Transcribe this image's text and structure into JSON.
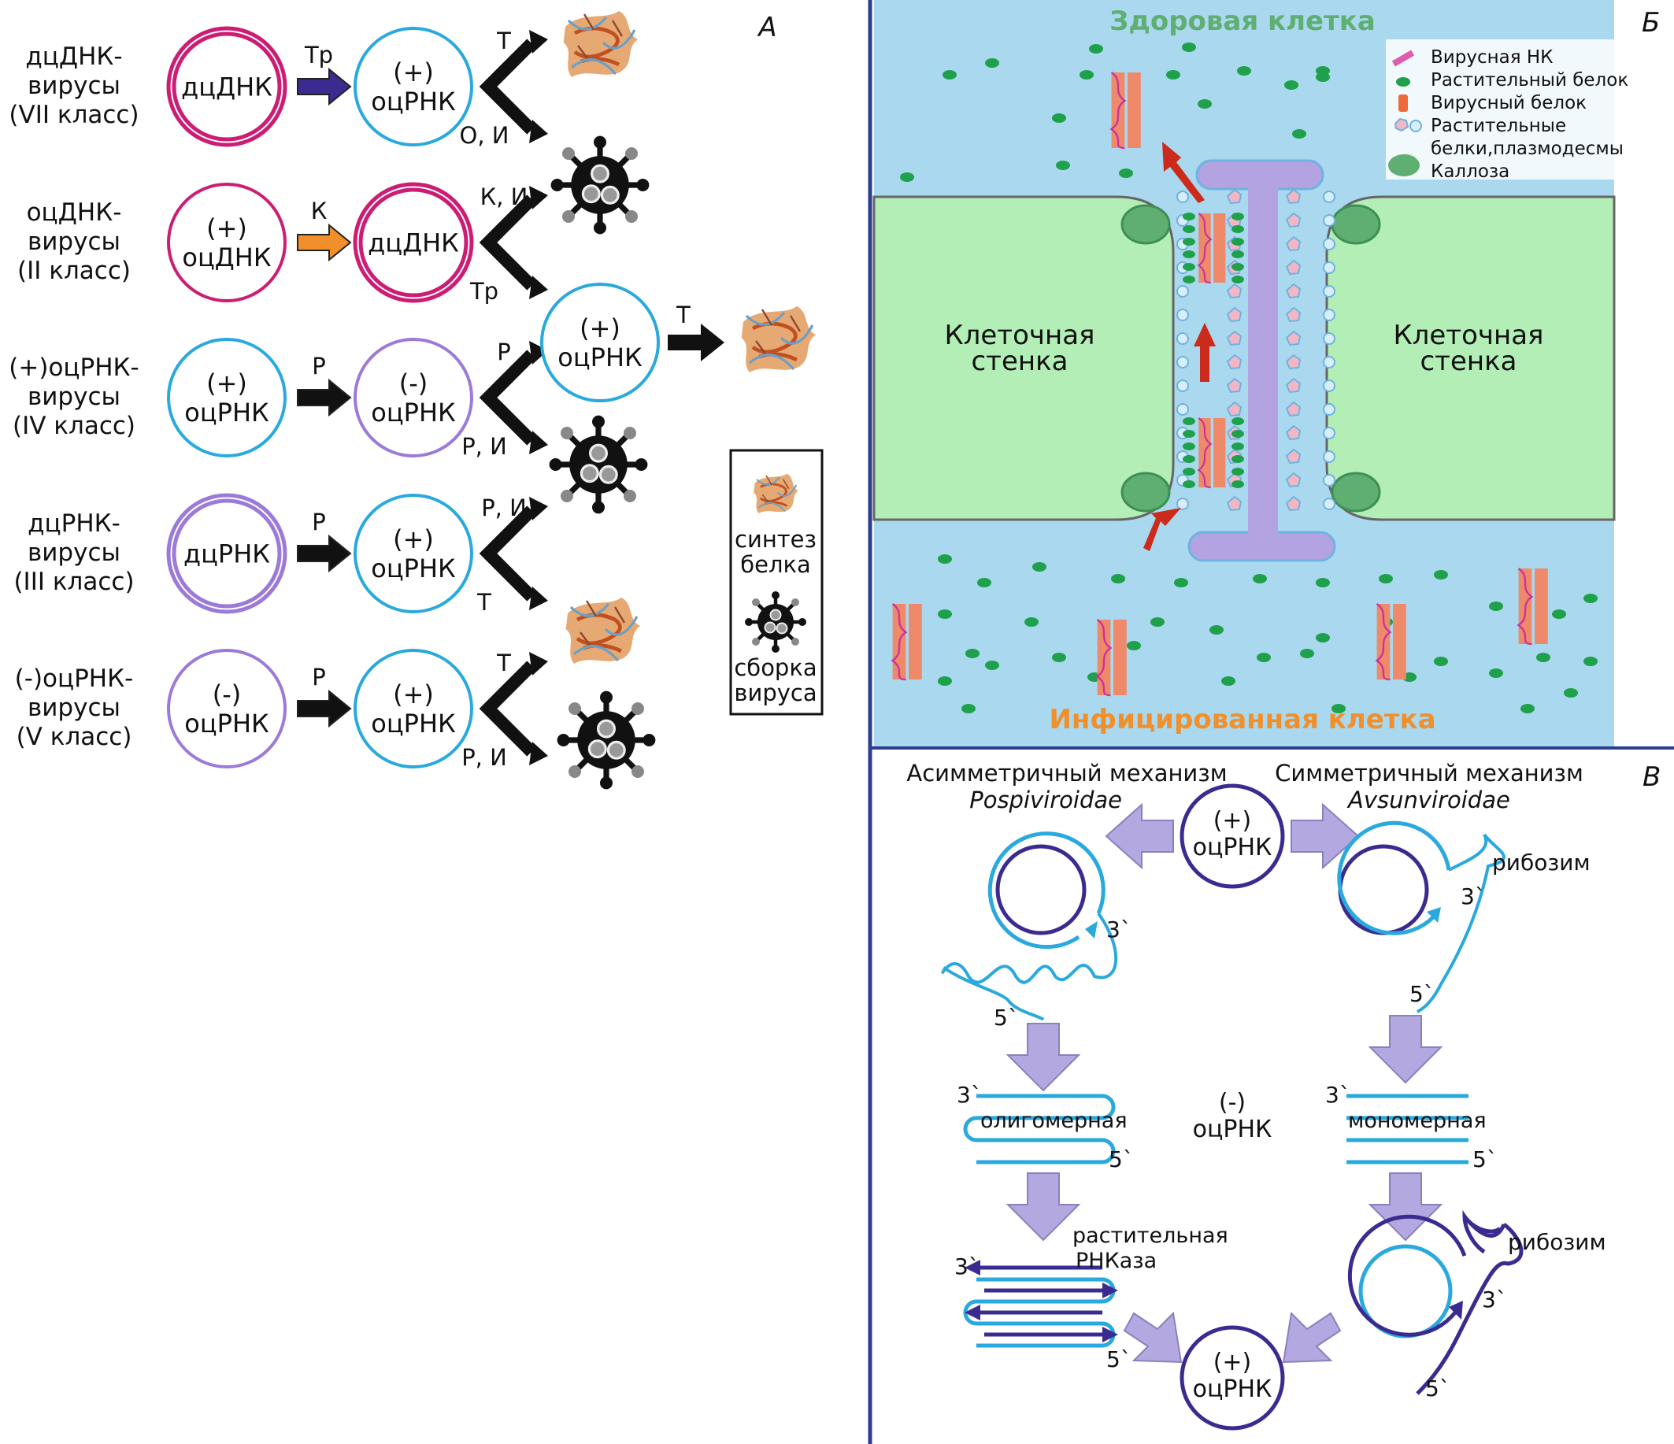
{
  "panel_a": {
    "letter": "А",
    "rows": [
      {
        "group_lines": [
          "дцДНК-",
          "вирусы",
          "(VII класс)"
        ],
        "start": [
          "дцДНК"
        ],
        "arrow_label": "Тр",
        "mid": [
          "(+)",
          "оцРНК"
        ],
        "upper_label": "Т",
        "lower_label": "О, И"
      },
      {
        "group_lines": [
          "оцДНК-",
          "вирусы",
          "(II класс)"
        ],
        "start": [
          "(+)",
          "оцДНК"
        ],
        "arrow_label": "К",
        "mid": [
          "дцДНК"
        ],
        "upper_label": "К, И",
        "lower_label": "Тр"
      },
      {
        "group_lines": [
          "(+)оцРНК-",
          "вирусы",
          "(IV класс)"
        ],
        "start": [
          "(+)",
          "оцРНК"
        ],
        "arrow_label": "Р",
        "mid": [
          "(-)",
          "оцРНК"
        ],
        "upper_label": "Р",
        "lower_label": "Р, И"
      },
      {
        "group_lines": [
          "дцРНК-",
          "вирусы",
          "(III класс)"
        ],
        "start": [
          "дцРНК"
        ],
        "arrow_label": "Р",
        "mid": [
          "(+)",
          "оцРНК"
        ],
        "upper_label": "Р, И",
        "lower_label": "Т"
      },
      {
        "group_lines": [
          "(-)оцРНК-",
          "вирусы",
          "(V класс)"
        ],
        "start": [
          "(-)",
          "оцРНК"
        ],
        "arrow_label": "Р",
        "mid": [
          "(+)",
          "оцРНК"
        ],
        "upper_label": "Т",
        "lower_label": "Р, И"
      }
    ],
    "extra_node": [
      "(+)",
      "оцРНК"
    ],
    "extra_arrow_label": "Т",
    "legend": {
      "protein": [
        "синтез",
        "белка"
      ],
      "virus": [
        "сборка",
        "вируса"
      ]
    }
  },
  "panel_b": {
    "letter": "Б",
    "top_title": "Здоровая клетка",
    "bottom_title": "Инфицированная клетка",
    "wall_label": [
      "Клеточная",
      "стенка"
    ],
    "legend": [
      {
        "label": "Вирусная НК"
      },
      {
        "label": "Растительный белок"
      },
      {
        "label": "Вирусный белок"
      },
      {
        "label": [
          "Растительные",
          "белки,плазмодесмы"
        ]
      },
      {
        "label": "Каллоза"
      }
    ],
    "colors": {
      "cytoplasm": "#a9d8ef",
      "wall": "#b2eeb6",
      "plasmodesma": "#b3a3e0",
      "title_top": "#5fae72",
      "title_bottom": "#f1902b"
    }
  },
  "panel_c": {
    "letter": "В",
    "left_title": "Асимметричный механизм",
    "left_family": "Pospiviroidae",
    "right_title": "Симметричный механизм",
    "right_family": "Avsunviroidae",
    "top_node": [
      "(+)",
      "оцРНК"
    ],
    "center_node": [
      "(-)",
      "оцРНК"
    ],
    "bottom_node": [
      "(+)",
      "оцРНК"
    ],
    "ribozyme": "рибозим",
    "oligomer": "олигомерная",
    "monomer": "мономерная",
    "rnase": [
      "растительная",
      "РНКаза"
    ],
    "end3": "3`",
    "end5": "5`"
  }
}
